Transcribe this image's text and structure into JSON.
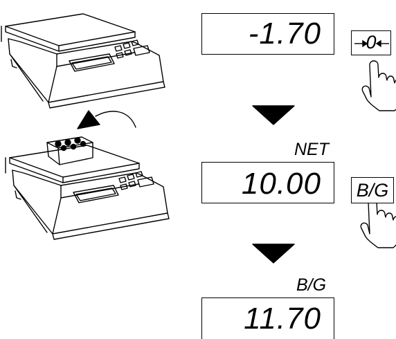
{
  "steps": [
    {
      "mode_label": "",
      "display_value": "-1.70",
      "key_label": "0"
    },
    {
      "mode_label": "NET",
      "display_value": "10.00",
      "key_label": "B/G"
    },
    {
      "mode_label": "B/G",
      "display_value": "11.70",
      "key_label": ""
    }
  ],
  "icons": {
    "scale_top": "weighing-scale-icon",
    "scale_bottom": "weighing-scale-with-container-icon",
    "place_arrow": "curved-arrow-icon",
    "step_arrow": "down-triangle-arrow-icon",
    "hand": "pointing-hand-icon",
    "zero_arrows": "zero-arrow-icon"
  }
}
